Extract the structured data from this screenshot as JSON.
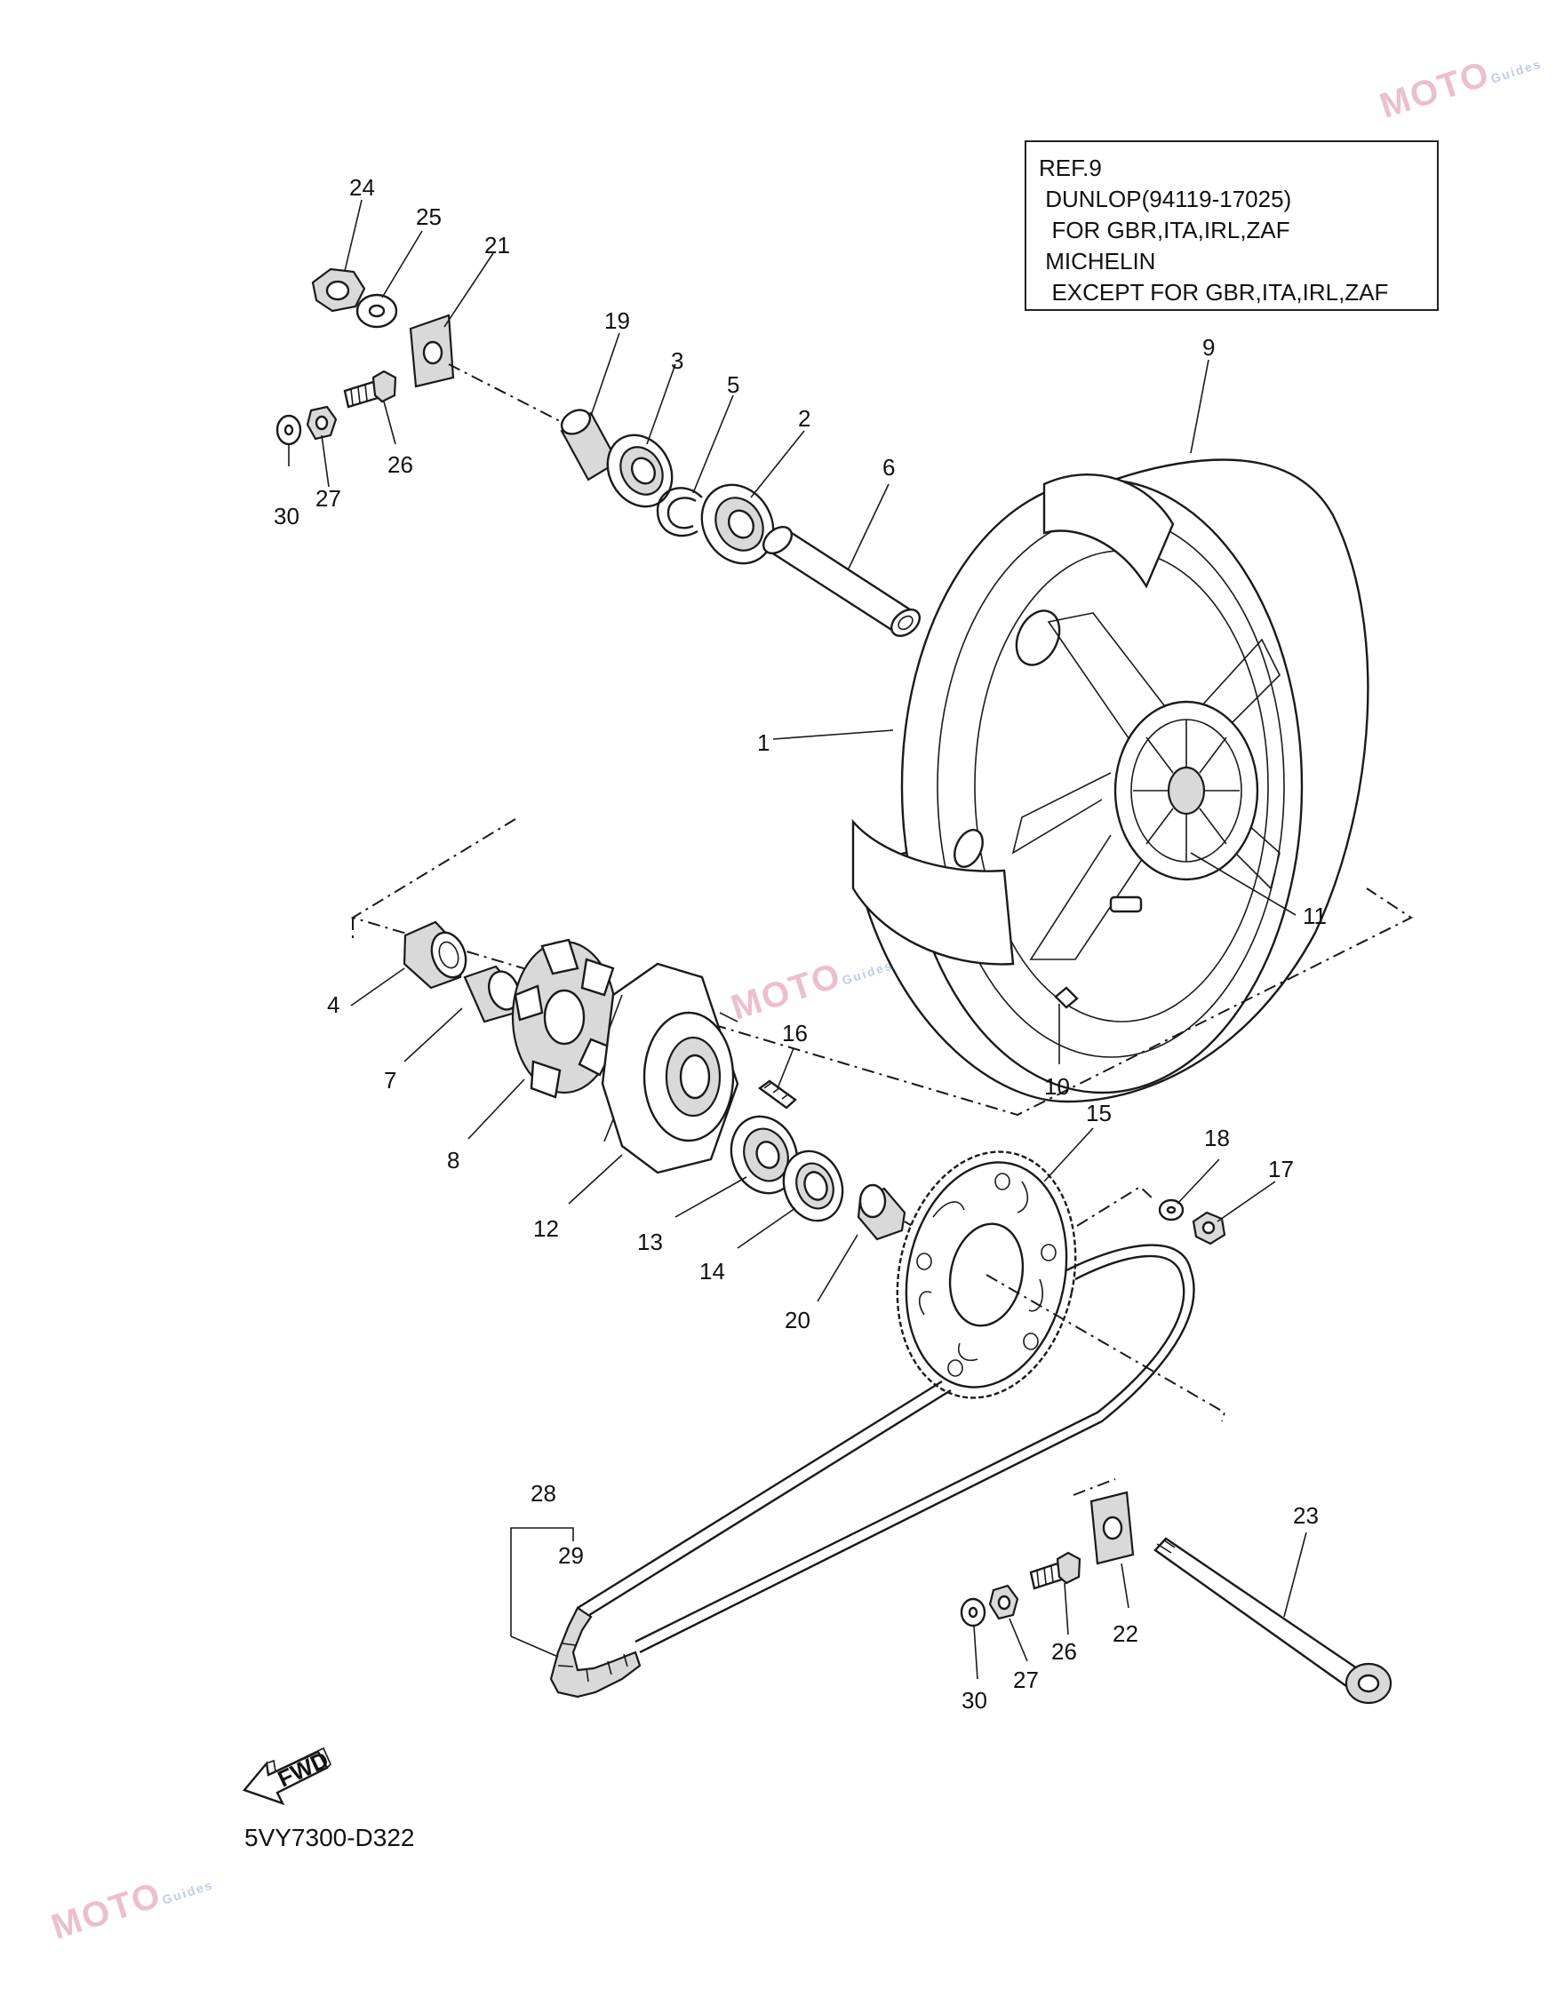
{
  "ref_note": {
    "lines": [
      "REF.9",
      " DUNLOP(94119-17025)",
      "  FOR GBR,ITA,IRL,ZAF",
      " MICHELIN",
      "  EXCEPT FOR GBR,ITA,IRL,ZAF"
    ]
  },
  "fwd_label": "FWD",
  "diagram_code": "5VY7300-D322",
  "watermark": {
    "text": "MOTO",
    "sub": "Guides"
  },
  "callouts": [
    "1",
    "2",
    "3",
    "4",
    "5",
    "6",
    "7",
    "8",
    "9",
    "10",
    "11",
    "12",
    "13",
    "14",
    "15",
    "16",
    "17",
    "18",
    "19",
    "20",
    "21",
    "22",
    "23",
    "24",
    "25",
    "26",
    "27",
    "28",
    "29",
    "30"
  ],
  "colors": {
    "line": "#1a1a1a",
    "fill_gray": "#d9d9d9",
    "watermark": "#c94b72"
  }
}
